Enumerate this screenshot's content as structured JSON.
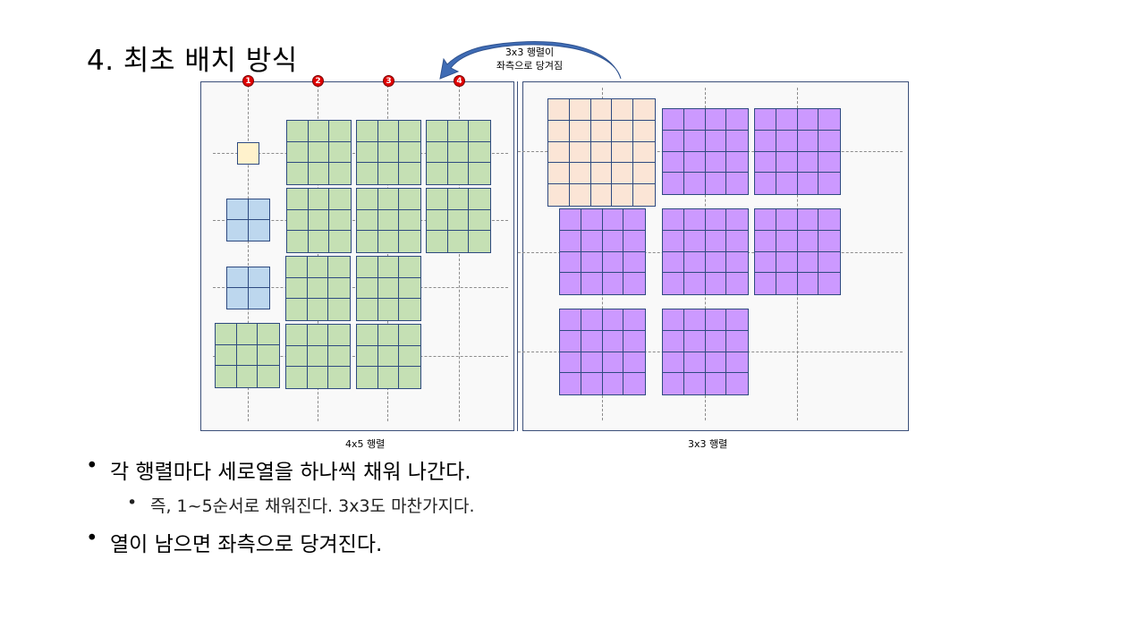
{
  "slide": {
    "title": "4. 최초 배치 방식",
    "arrow_label": [
      "3x3 행렬이",
      "좌측으로 당겨짐"
    ],
    "column_markers": [
      "1",
      "2",
      "3",
      "4"
    ],
    "left_panel_caption": "4x5 행렬",
    "right_panel_caption": "3x3 행렬",
    "bullets": [
      {
        "level": 1,
        "text": "각 행렬마다 세로열을 하나씩 채워 나간다."
      },
      {
        "level": 2,
        "text": "즉, 1~5순서로 채워진다. 3x3도 마찬가지다."
      },
      {
        "level": 1,
        "text": "열이 남으면 좌측으로 당겨진다."
      }
    ],
    "colors": {
      "green": "#c5e0b4",
      "blue": "#bdd7ee",
      "yellow": "#fff2cc",
      "peach": "#fbe5d6",
      "purple": "#cc99ff",
      "arrow": "#3f6cb5",
      "marker": "#e00000"
    }
  }
}
